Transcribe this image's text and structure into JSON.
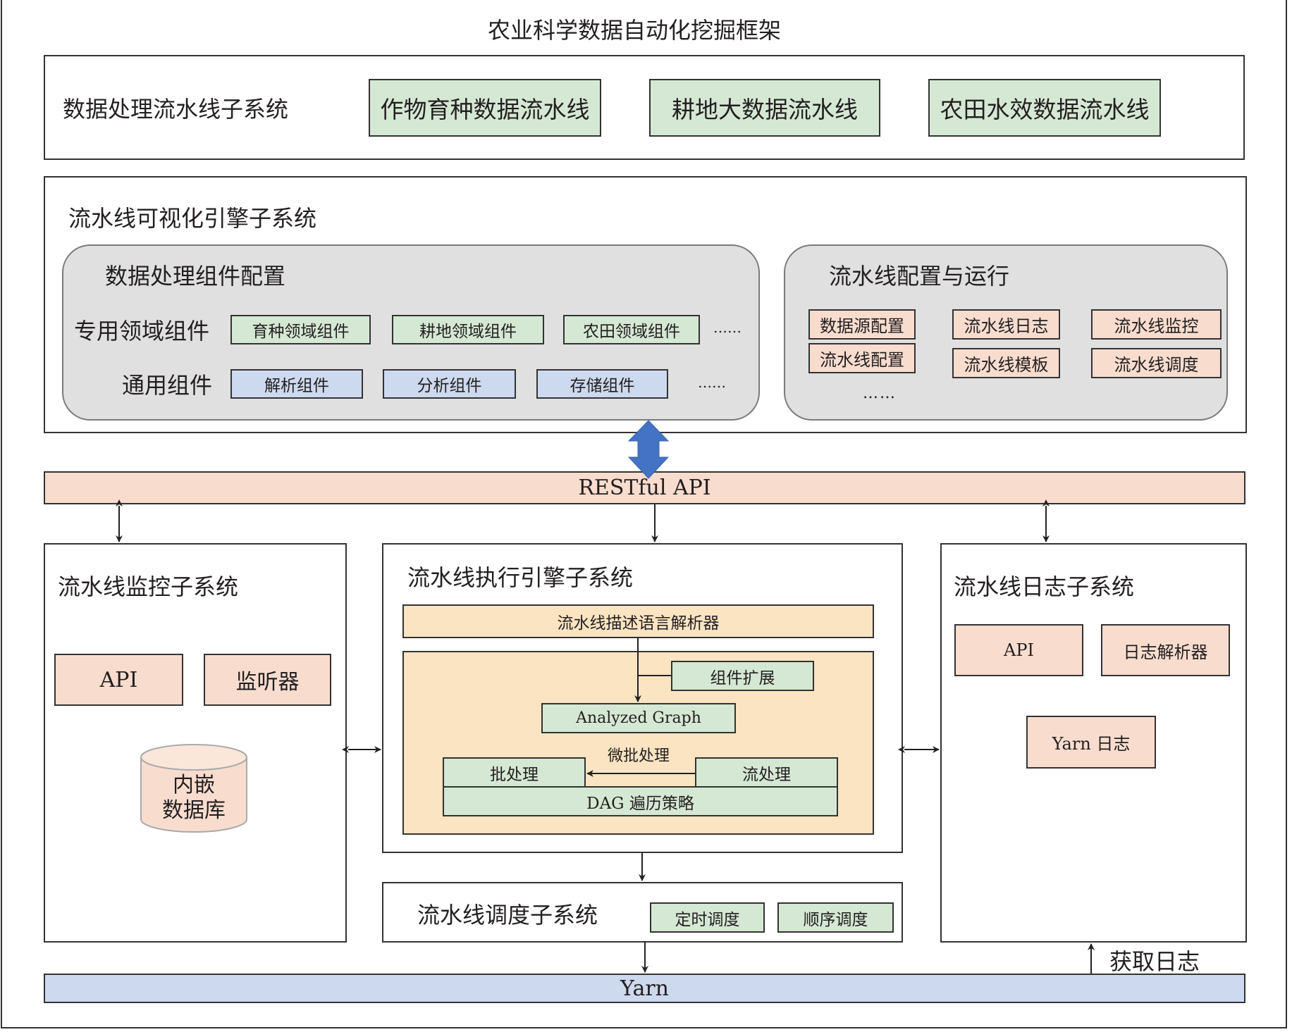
{
  "title": "农业科学数据自动化挖掘框架",
  "data_pipeline_subsystem": {
    "label": "数据处理流水线子系统",
    "pipelines": [
      "作物育种数据流水线",
      "耕地大数据流水线",
      "农田水效数据流水线"
    ]
  },
  "visual_engine_subsystem": {
    "label": "流水线可视化引擎子系统",
    "component_config": {
      "label": "数据处理组件配置",
      "domain_row_label": "专用领域组件",
      "domain_components": [
        "育种领域组件",
        "耕地领域组件",
        "农田领域组件"
      ],
      "domain_more": "……",
      "general_row_label": "通用组件",
      "general_components": [
        "解析组件",
        "分析组件",
        "存储组件"
      ],
      "general_more": "……"
    },
    "pipeline_config": {
      "label": "流水线配置与运行",
      "items": [
        "数据源配置",
        "流水线日志",
        "流水线监控",
        "流水线配置",
        "流水线模板",
        "流水线调度"
      ],
      "more": "……"
    }
  },
  "restful_api": "RESTful API",
  "monitor_subsystem": {
    "label": "流水线监控子系统",
    "api": "API",
    "listener": "监听器",
    "database": [
      "内嵌",
      "数据库"
    ]
  },
  "exec_subsystem": {
    "label": "流水线执行引擎子系统",
    "parser": "流水线描述语言解析器",
    "component_extension": "组件扩展",
    "analyzed_graph": "Analyzed Graph",
    "micro_batch": "微批处理",
    "batch": "批处理",
    "stream": "流处理",
    "dag": "DAG 遍历策略"
  },
  "log_subsystem": {
    "label": "流水线日志子系统",
    "api": "API",
    "log_parser": "日志解析器",
    "yarn_log": "Yarn 日志"
  },
  "schedule_subsystem": {
    "label": "流水线调度子系统",
    "timed": "定时调度",
    "sequential": "顺序调度"
  },
  "yarn": "Yarn",
  "fetch_logs": "获取日志",
  "colors": {
    "green": "#d5e8d4",
    "blue": "#cdd9ee",
    "salmon": "#f8ddcf",
    "tan": "#fae4c1",
    "gray": "#e0e0e0",
    "arrow_blue": "#4472c4"
  }
}
